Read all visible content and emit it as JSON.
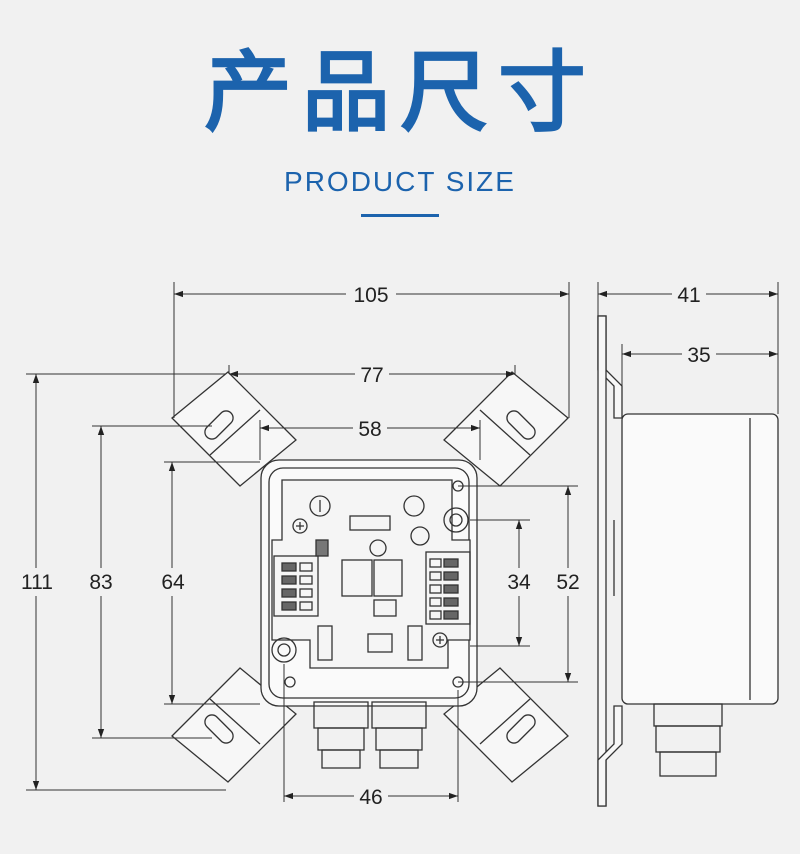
{
  "title": {
    "cn": "产品尺寸",
    "en": "PRODUCT SIZE"
  },
  "dimensions": {
    "overall_width": "105",
    "bracket_span": "77",
    "box_width": "58",
    "bottom_holes": "46",
    "overall_height": "111",
    "bracket_height": "83",
    "box_height": "64",
    "right_holes": "34",
    "right_box": "52",
    "side_depth": "41",
    "side_body": "35"
  },
  "colors": {
    "accent": "#1c63ad",
    "line": "#333333",
    "background": "#f1f1f1"
  }
}
